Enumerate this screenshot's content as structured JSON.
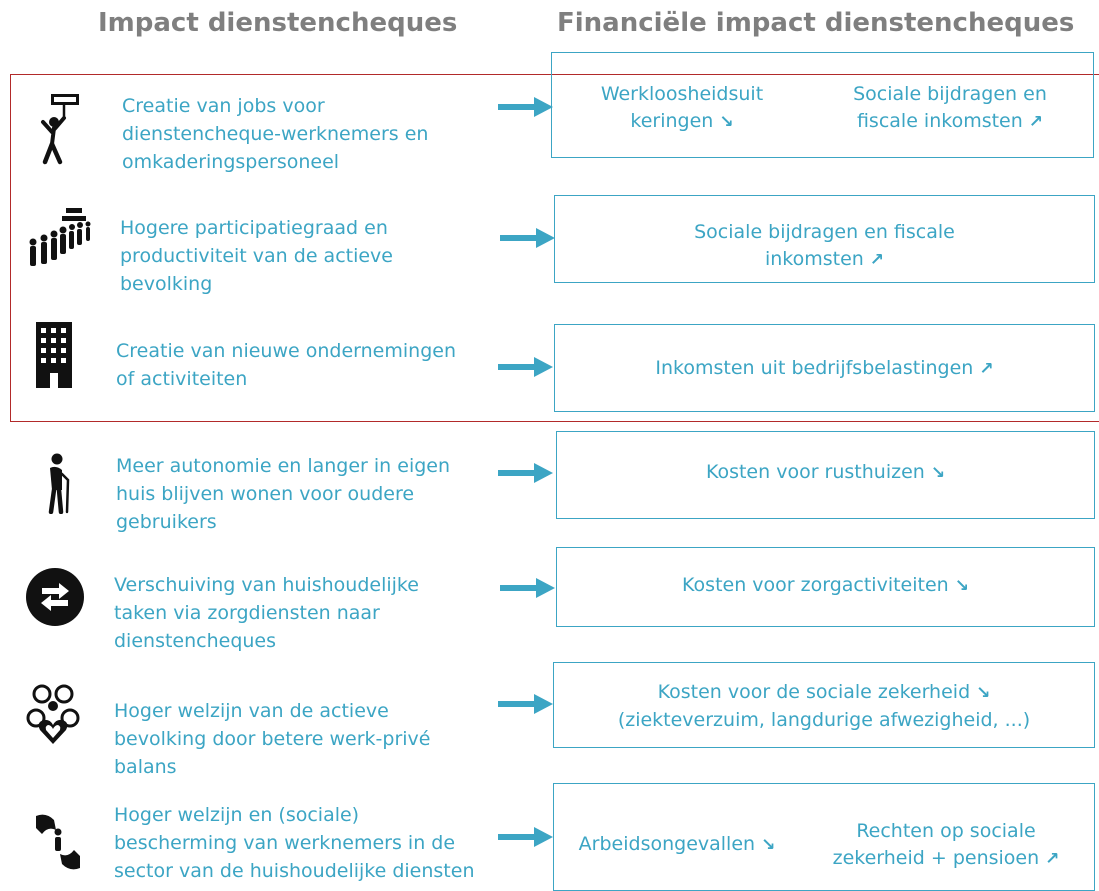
{
  "headers": {
    "left": "Impact dienstencheques",
    "right": "Financiële impact dienstencheques"
  },
  "rows": [
    {
      "text": [
        "Creatie van jobs voor",
        "dienstencheque-werknemers  en",
        "omkaderingspersoneel"
      ],
      "icon": "protester-sign-icon",
      "impacts": [
        {
          "lines": [
            "Werkloosheidsuit",
            "keringen"
          ],
          "trend": "↘"
        },
        {
          "lines": [
            "Sociale bijdragen en",
            "fiscale inkomsten"
          ],
          "trend": "↗"
        }
      ]
    },
    {
      "text": [
        "Hogere  participatiegraad  en",
        "productiviteit  van  de  actieve",
        "bevolking"
      ],
      "icon": "queue-people-icon",
      "impacts": [
        {
          "lines": [
            "Sociale  bijdragen  en  fiscale",
            "inkomsten"
          ],
          "trend": "↗"
        }
      ]
    },
    {
      "text": [
        "Creatie  van  nieuwe  ondernemingen",
        "of activiteiten"
      ],
      "icon": "office-building-icon",
      "impacts": [
        {
          "lines": [
            "Inkomsten  uit  bedrijfsbelastingen"
          ],
          "trend": "↗"
        }
      ]
    },
    {
      "text": [
        "Meer  autonomie  en  langer  in  eigen",
        "huis  blijven  wonen  voor  oudere",
        "gebruikers"
      ],
      "icon": "elderly-person-cane-icon",
      "impacts": [
        {
          "lines": [
            "Kosten  voor  rusthuizen"
          ],
          "trend": "↘"
        }
      ]
    },
    {
      "text": [
        "Verschuiving  van  huishoudelijke",
        "taken  via  zorgdiensten  naar",
        "dienstencheques"
      ],
      "icon": "swap-arrows-icon",
      "impacts": [
        {
          "lines": [
            "Kosten  voor  zorgactiviteiten"
          ],
          "trend": "↘"
        }
      ]
    },
    {
      "text": [
        "Hoger  welzijn  van  de  actieve",
        "bevolking  door  betere  werk-privé",
        "balans"
      ],
      "icon": "wellbeing-people-heart-icon",
      "impacts": [
        {
          "lines": [
            "Kosten  voor  de  sociale  zekerheid",
            "(ziekteverzuim,  langdurige  afwezigheid,  ...)"
          ],
          "trend": "↘"
        }
      ]
    },
    {
      "text": [
        "Hoger welzijn en (sociale)",
        "bescherming van werknemers in de",
        "sector van de huishoudelijke diensten"
      ],
      "icon": "protecting-hands-person-icon",
      "impacts": [
        {
          "lines": [
            "Arbeidsongevallen"
          ],
          "trend": "↘"
        },
        {
          "lines": [
            "Rechten  op  sociale",
            "zekerheid  +  pensioen"
          ],
          "trend": "↗"
        }
      ]
    }
  ]
}
